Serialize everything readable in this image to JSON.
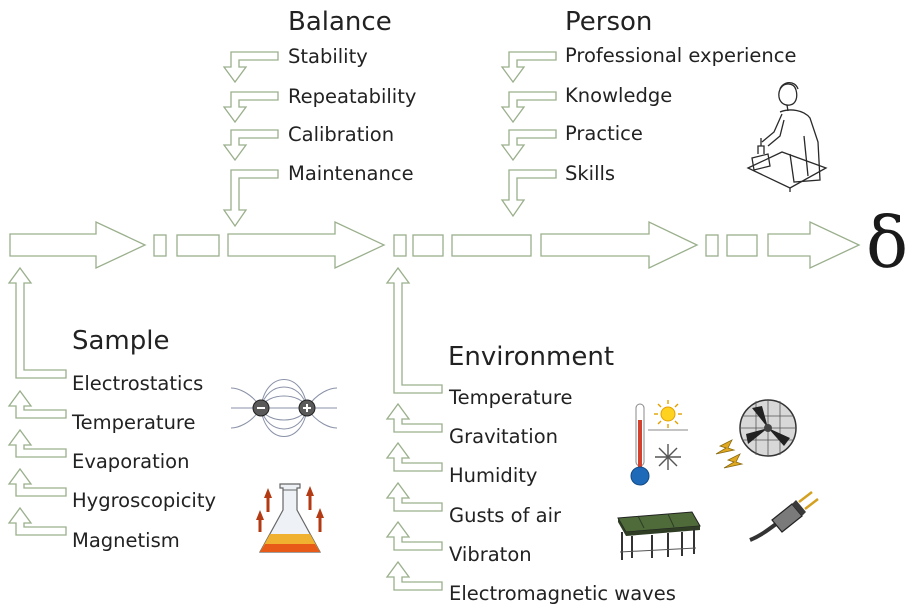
{
  "colors": {
    "arrow_outline": "#9aaf8c",
    "text": "#222222"
  },
  "output_symbol": "δ",
  "groups": {
    "balance": {
      "title": "Balance",
      "items": [
        "Stability",
        "Repeatability",
        "Calibration",
        "Maintenance"
      ]
    },
    "person": {
      "title": "Person",
      "items": [
        "Professional experience",
        "Knowledge",
        "Practice",
        "Skills"
      ]
    },
    "sample": {
      "title": "Sample",
      "items": [
        "Electrostatics",
        "Temperature",
        "Evaporation",
        "Hygroscopicity",
        "Magnetism"
      ]
    },
    "environment": {
      "title": "Environment",
      "items": [
        "Temperature",
        "Gravitation",
        "Humidity",
        "Gusts of air",
        "Vibraton",
        "Electromagnetic waves"
      ]
    }
  },
  "icons": [
    "scientist-icon",
    "electric-field-icon",
    "flask-icon",
    "thermometer-sun-snow-icon",
    "fan-icon",
    "table-icon",
    "power-plug-icon"
  ]
}
